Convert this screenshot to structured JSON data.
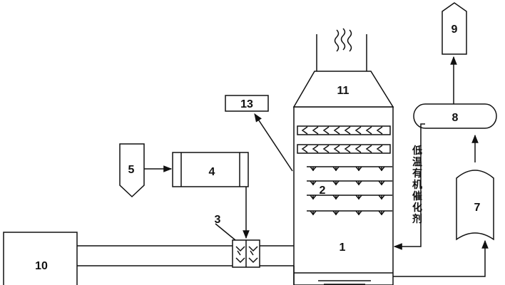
{
  "labels": {
    "n1": "1",
    "n2": "2",
    "n3": "3",
    "n4": "4",
    "n5": "5",
    "n7": "7",
    "n8": "8",
    "n9": "9",
    "n10": "10",
    "n11": "11",
    "n13": "13"
  },
  "catalyst_label": [
    "低",
    "温",
    "有",
    "机",
    "催",
    "化",
    "剂"
  ]
}
